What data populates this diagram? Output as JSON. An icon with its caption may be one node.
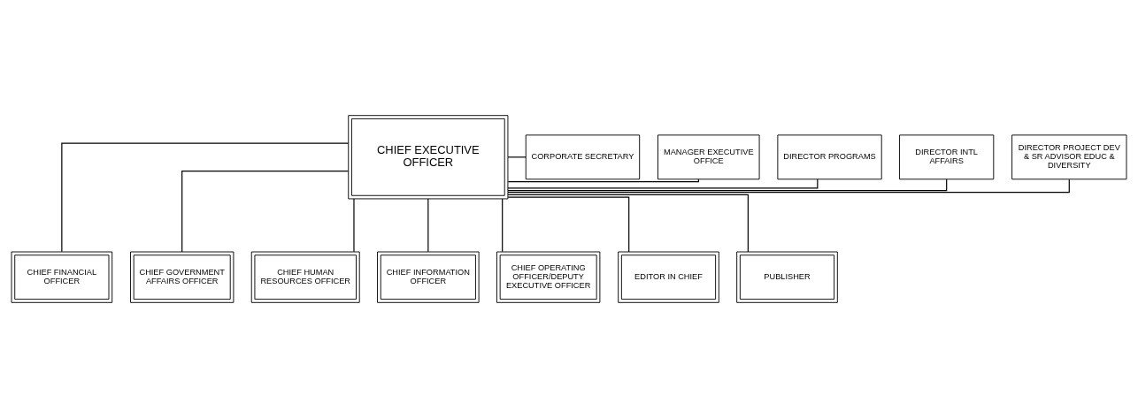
{
  "diagram": {
    "nodes": [
      {
        "text": [
          "DIRECTOR PROGRAMS"
        ]
      },
      {
        "text": [
          "CORPORATE SECRETARY"
        ]
      },
      {
        "text": [
          "CHIEF EXECUTIVE OFFICER"
        ]
      },
      {
        "text": [
          "DIRECTOR INTL AFFAIRS"
        ]
      },
      {
        "text": [
          "MANAGER EXECUTIVE OFFICE"
        ]
      },
      {
        "text": [
          "DIRECTOR PROJECT DEV & SR ADVISOR EDUC & DIVERSITY"
        ]
      },
      {
        "text": [
          "CHIEF FINANCIAL OFFICER"
        ]
      },
      {
        "text": [
          "CHIEF GOVERNMENT AFFAIRS OFFICER"
        ]
      },
      {
        "text": [
          "CHIEF HUMAN RESOURCES OFFICER"
        ]
      },
      {
        "text": [
          "CHIEF INFORMATION OFFICER"
        ]
      },
      {
        "text": [
          "CHIEF OPERATING OFFICER/DEPUTY EXECUTIVE OFFICER"
        ]
      },
      {
        "text": [
          "EDITOR IN CHIEF"
        ]
      },
      {
        "text": [
          "PUBLISHER"
        ]
      }
    ],
    "edges": [
      {
        "from": 2,
        "to": 1,
        "arrow": "none"
      },
      {
        "from": 2,
        "to": 4,
        "arrow": "none"
      },
      {
        "from": 2,
        "to": 0,
        "arrow": "none"
      },
      {
        "from": 2,
        "to": 3,
        "arrow": "none"
      },
      {
        "from": 2,
        "to": 5,
        "arrow": "none"
      },
      {
        "from": 2,
        "to": 6,
        "arrow": "none"
      },
      {
        "from": 2,
        "to": 7,
        "arrow": "none"
      },
      {
        "from": 2,
        "to": 8,
        "arrow": "none"
      },
      {
        "from": 2,
        "to": 9,
        "arrow": "none"
      },
      {
        "from": 2,
        "to": 10,
        "arrow": "none"
      },
      {
        "from": 2,
        "to": 11,
        "arrow": "none"
      },
      {
        "from": 2,
        "to": 12,
        "arrow": "none"
      }
    ]
  }
}
